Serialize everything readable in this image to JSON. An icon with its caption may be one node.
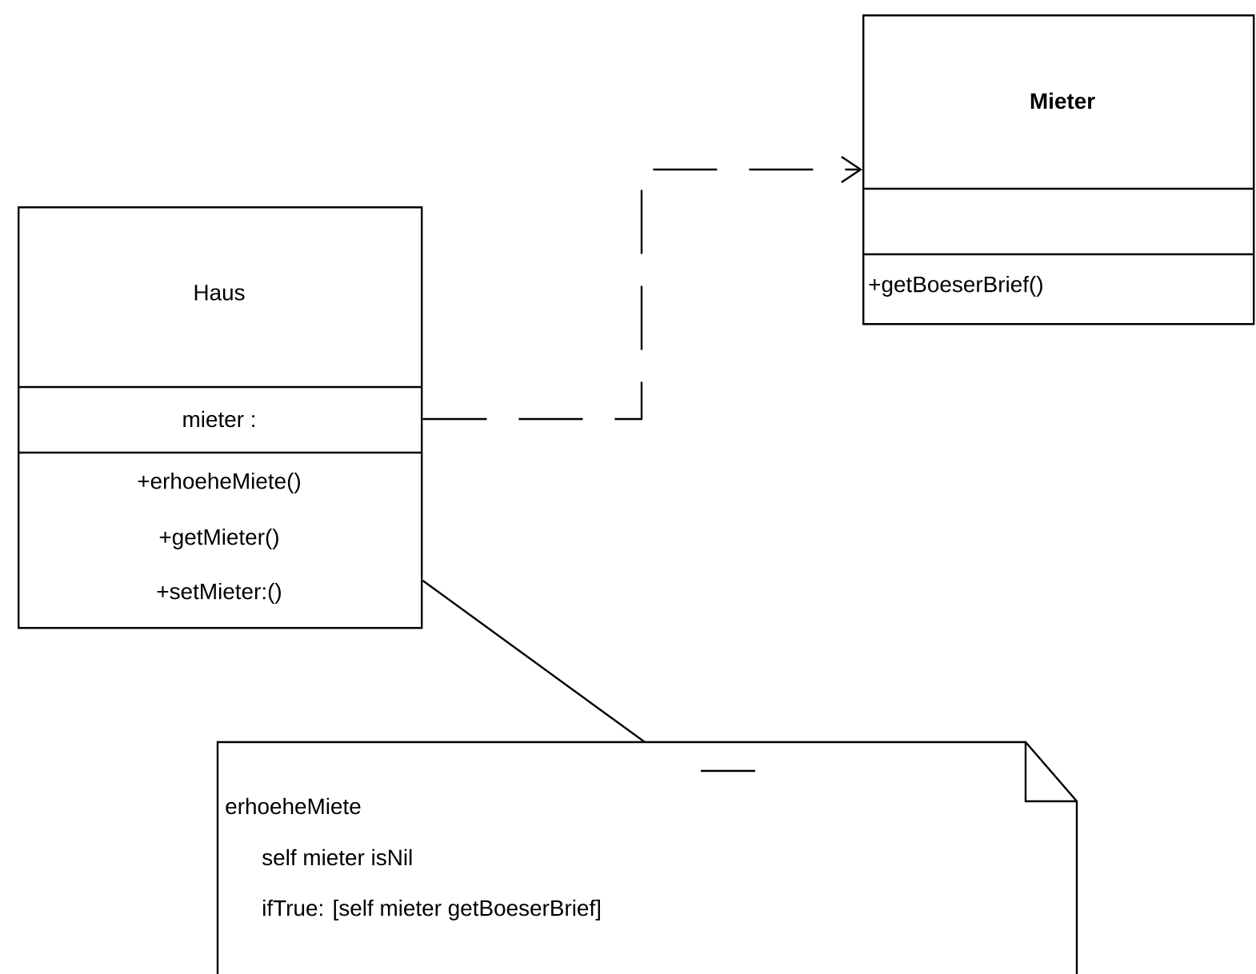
{
  "diagram": {
    "nodes": [
      {
        "text": [
          "Haus",
          "mieter :",
          "+erhoeheMiete()",
          "+getMieter()",
          "+setMieter:()"
        ]
      },
      {
        "text": [
          "Mieter",
          "+getBoeserBrief()"
        ]
      },
      {
        "text": [
          "erhoeheMiete",
          "self mieter isNil",
          "ifTrue: [self mieter getBoeserBrief]"
        ]
      }
    ],
    "edges": [
      {
        "from": 0,
        "to": 1,
        "arrow": "to",
        "style": "dashed"
      },
      {
        "from": 0,
        "to": 2,
        "arrow": "none"
      }
    ]
  }
}
